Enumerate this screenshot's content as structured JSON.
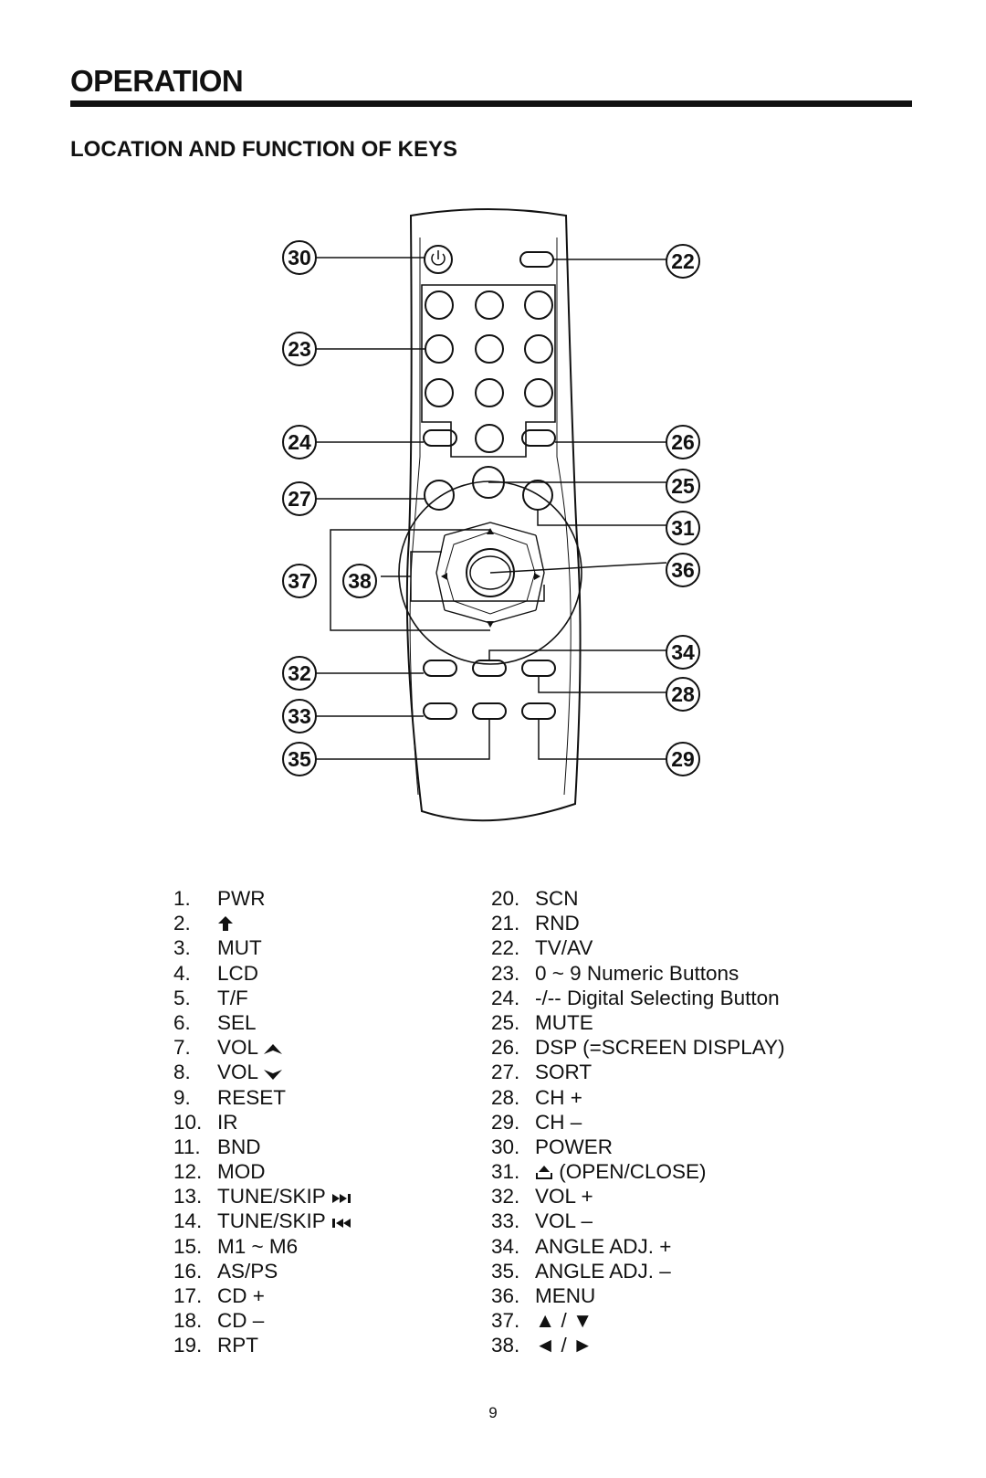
{
  "header": {
    "title": "OPERATION",
    "subtitle": "LOCATION AND FUNCTION OF KEYS"
  },
  "callouts": {
    "c30": "30",
    "c23": "23",
    "c24": "24",
    "c27": "27",
    "c37": "37",
    "c38": "38",
    "c32": "32",
    "c33": "33",
    "c35": "35",
    "c22": "22",
    "c26": "26",
    "c25": "25",
    "c31": "31",
    "c36": "36",
    "c34": "34",
    "c28": "28",
    "c29": "29"
  },
  "keys_left": [
    {
      "num": "1.",
      "label": "PWR"
    },
    {
      "num": "2.",
      "label": "",
      "icon": "up-arrow-icon"
    },
    {
      "num": "3.",
      "label": "MUT"
    },
    {
      "num": "4.",
      "label": "LCD"
    },
    {
      "num": "5.",
      "label": "T/F"
    },
    {
      "num": "6.",
      "label": "SEL"
    },
    {
      "num": "7.",
      "label": "VOL",
      "icon": "chevron-up-icon"
    },
    {
      "num": "8.",
      "label": "VOL",
      "icon": "chevron-down-icon"
    },
    {
      "num": "9.",
      "label": "RESET"
    },
    {
      "num": "10.",
      "label": "IR"
    },
    {
      "num": "11.",
      "label": "BND"
    },
    {
      "num": "12.",
      "label": "MOD"
    },
    {
      "num": "13.",
      "label": "TUNE/SKIP",
      "icon": "skip-next-icon"
    },
    {
      "num": "14.",
      "label": "TUNE/SKIP",
      "icon": "skip-prev-icon"
    },
    {
      "num": "15.",
      "label": "M1 ~ M6"
    },
    {
      "num": "16.",
      "label": "AS/PS"
    },
    {
      "num": "17.",
      "label": "CD +"
    },
    {
      "num": "18.",
      "label": "CD –"
    },
    {
      "num": "19.",
      "label": "RPT"
    }
  ],
  "keys_right": [
    {
      "num": "20.",
      "label": "SCN"
    },
    {
      "num": "21.",
      "label": "RND"
    },
    {
      "num": "22.",
      "label": "TV/AV"
    },
    {
      "num": "23.",
      "label": "0 ~ 9 Numeric Buttons"
    },
    {
      "num": "24.",
      "label": "-/-- Digital Selecting Button"
    },
    {
      "num": "25.",
      "label": "MUTE"
    },
    {
      "num": "26.",
      "label": "DSP (=SCREEN DISPLAY)"
    },
    {
      "num": "27.",
      "label": "SORT"
    },
    {
      "num": "28.",
      "label": "CH +"
    },
    {
      "num": "29.",
      "label": "CH –"
    },
    {
      "num": "30.",
      "label": "POWER"
    },
    {
      "num": "31.",
      "label": "(OPEN/CLOSE)",
      "icon": "eject-icon"
    },
    {
      "num": "32.",
      "label": "VOL +"
    },
    {
      "num": "33.",
      "label": "VOL –"
    },
    {
      "num": "34.",
      "label": "ANGLE ADJ. +"
    },
    {
      "num": "35.",
      "label": "ANGLE ADJ. –"
    },
    {
      "num": "36.",
      "label": "MENU"
    },
    {
      "num": "37.",
      "label": "▲ / ▼"
    },
    {
      "num": "38.",
      "label": "◄ / ►"
    }
  ],
  "footer": {
    "page_number": "9"
  }
}
